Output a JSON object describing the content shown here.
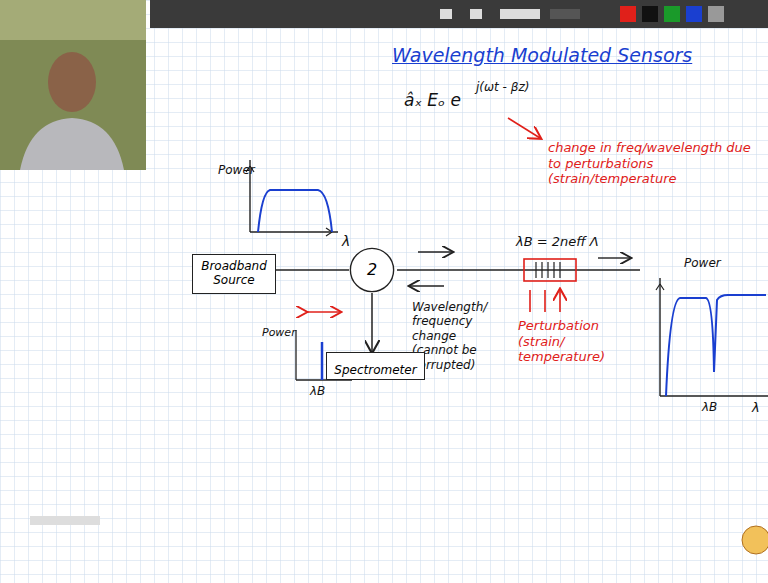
{
  "diagram": {
    "title": "Wavelength Modulated Sensors",
    "nodes": [
      {
        "text": [
          "Broadband Source"
        ]
      },
      {
        "text": [
          "2"
        ]
      },
      {
        "text": [
          "Spectrometer"
        ]
      }
    ],
    "edges": [
      {
        "from": 0,
        "to": 1,
        "arrow": "none"
      },
      {
        "from": 1,
        "to": 2,
        "arrow": "to"
      }
    ],
    "labels": [
      "âₓ Eₒ e",
      "j(ωt - βz)",
      "change in freq/wavelength due to perturbations (strain/temperature",
      "Power",
      "λ",
      "λB = 2neff Λ",
      "Wavelength/ frequency change (cannot be corrupted)",
      "Perturbation (strain/ temperature)",
      "Power",
      "λB",
      "Power",
      "λB",
      "λ"
    ]
  }
}
